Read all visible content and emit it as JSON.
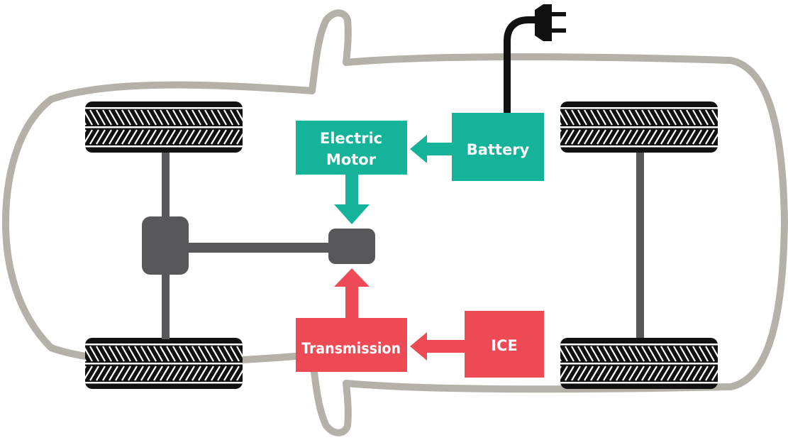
{
  "labels": {
    "electric_motor_line1": "Electric",
    "electric_motor_line2": "Motor",
    "battery": "Battery",
    "transmission": "Transmission",
    "ice": "ICE"
  },
  "colors": {
    "teal": "#14b39a",
    "red": "#ee4a55",
    "dark_gray": "#58585a",
    "body_outline": "#b4b2a8",
    "tire_black": "#111111",
    "background": "#ffffff"
  },
  "icons": {
    "plug": "power-plug-icon",
    "tire": "tire-icon"
  }
}
